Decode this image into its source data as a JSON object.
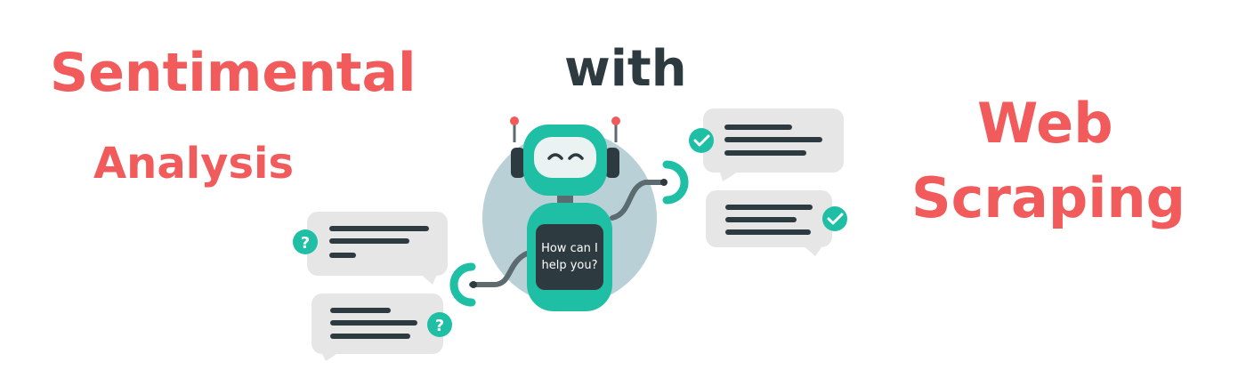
{
  "heading": {
    "line1": "Sentimental",
    "line2": "Analysis",
    "connector": "with",
    "line3": "Web",
    "line4": "Scraping"
  },
  "robot": {
    "screen_line1": "How can I",
    "screen_line2": "help you?"
  },
  "bubbles": {
    "question_mark": "?",
    "left_icon": "question-icon",
    "right_icon": "check-icon"
  },
  "colors": {
    "title_red": "#f15b5b",
    "title_dark": "#2d3a40",
    "robot_teal": "#1fbfa5",
    "bubble_gray": "#e6e6e6",
    "line_dark": "#2d3a40"
  }
}
